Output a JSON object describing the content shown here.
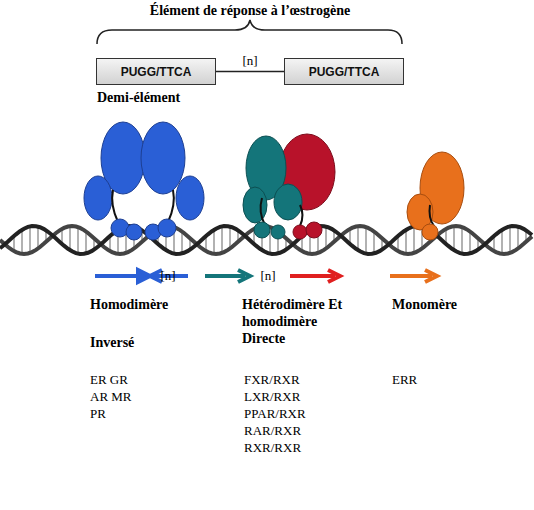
{
  "diagram": {
    "nodes": [
      {
        "text": [
          "PUGG/TTCA"
        ]
      },
      {
        "text": [
          "PUGG/TTCA"
        ]
      }
    ],
    "edges": [
      {
        "from": 0,
        "to": 1,
        "arrow": "none",
        "label": "[n]"
      }
    ],
    "labels": [
      "Élément de réponse à l’œstrogène",
      "Demi-élément",
      "[n]",
      "[n]",
      "Homodimère",
      "Inversé",
      "ER GR",
      "AR MR",
      "PR",
      "Hétérodimère Et homodimère Directe",
      "FXR/RXR",
      "LXR/RXR",
      "PPAR/RXR",
      "RAR/RXR",
      "RXR/RXR",
      "Monomère",
      "ERR"
    ]
  }
}
